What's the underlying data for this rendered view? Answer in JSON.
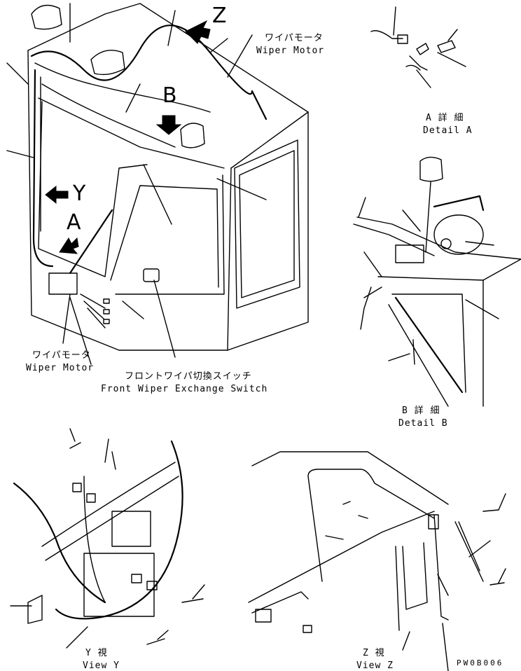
{
  "labels": {
    "wiper_motor_top_jp": "ワイパモータ",
    "wiper_motor_top_en": "Wiper Motor",
    "wiper_motor_left_jp": "ワイパモータ",
    "wiper_motor_left_en": "Wiper Motor",
    "switch_jp": "フロントワイパ切換スイッチ",
    "switch_en": "Front Wiper Exchange Switch",
    "detail_a_jp": "A 詳 細",
    "detail_a_en": "Detail A",
    "detail_b_jp": "B 詳 細",
    "detail_b_en": "Detail B",
    "view_y_jp": "Y 視",
    "view_y_en": "View Y",
    "view_z_jp": "Z 視",
    "view_z_en": "View Z",
    "ref_code": "PW0B006"
  },
  "markers": {
    "z": "Z",
    "b": "B",
    "y": "Y",
    "a": "A"
  }
}
